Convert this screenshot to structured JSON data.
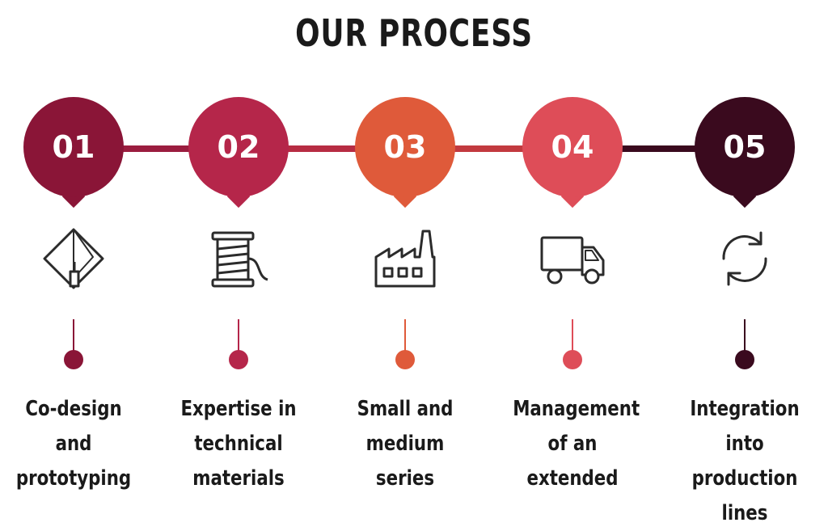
{
  "title": "OUR PROCESS",
  "colors": {
    "step1": "#8a1537",
    "step2": "#b5264a",
    "step3": "#df5a3a",
    "step4": "#de4d58",
    "step5": "#3a0a1e",
    "connector12": "#9b1d3f",
    "connector23": "#b72c43",
    "connector34": "#c23a3f",
    "connector45": "#3a0a1e",
    "icon": "#2b2b2b"
  },
  "steps": [
    {
      "number": "01",
      "label": "Co-design\nand\nprototyping",
      "icon": "kite-needle-icon"
    },
    {
      "number": "02",
      "label": "Expertise in\ntechnical\nmaterials",
      "icon": "thread-spool-icon"
    },
    {
      "number": "03",
      "label": "Small and\nmedium\nseries",
      "icon": "factory-icon"
    },
    {
      "number": "04",
      "label": "Management\nof an\nextended",
      "icon": "delivery-truck-icon"
    },
    {
      "number": "05",
      "label": "Integration into\nproduction\nlines",
      "icon": "refresh-cycle-icon"
    }
  ]
}
